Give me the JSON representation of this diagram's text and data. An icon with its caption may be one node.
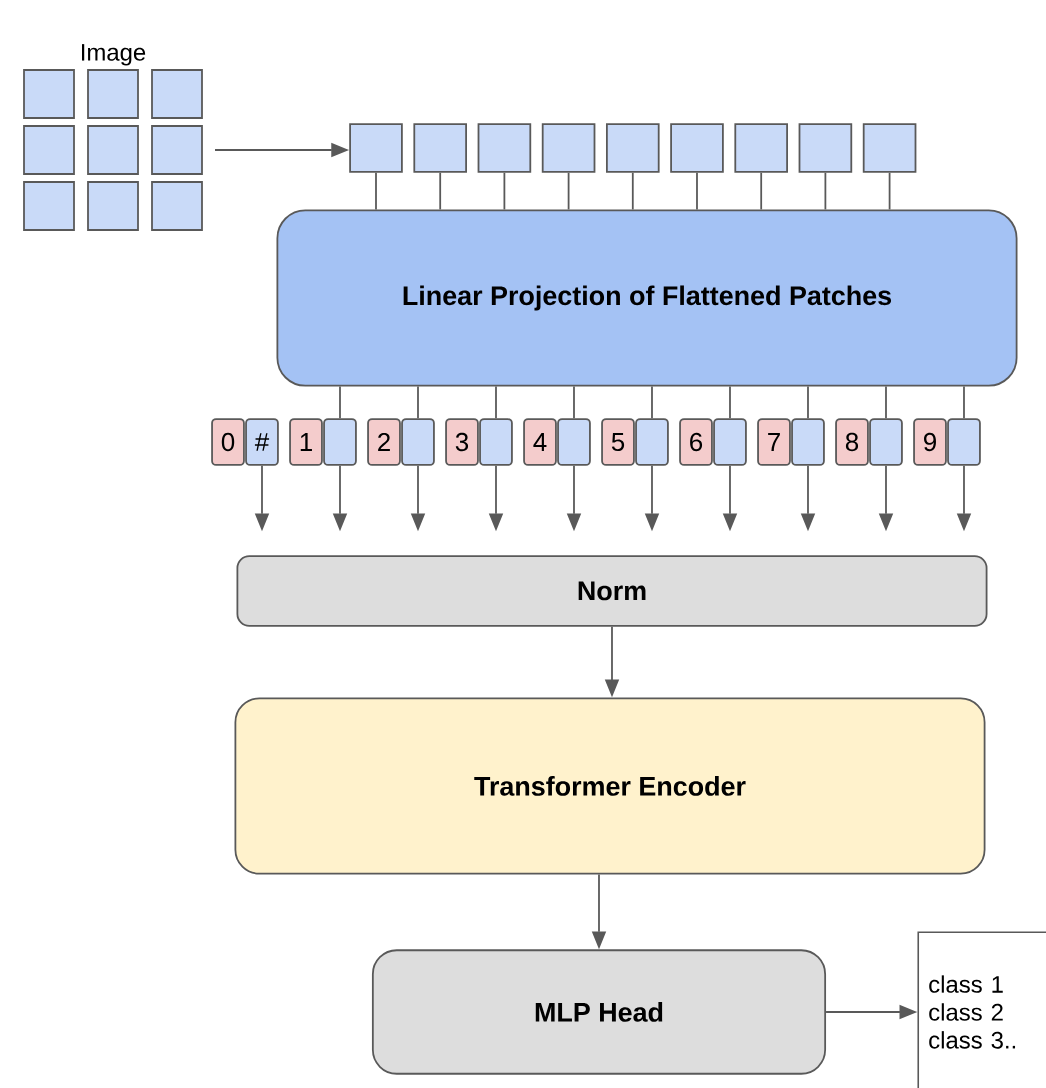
{
  "diagram": {
    "nodes": [
      {
        "text": [
          "Image"
        ]
      },
      {
        "text": [],
        "shape": "box"
      },
      {
        "text": [],
        "shape": "box"
      },
      {
        "text": [],
        "shape": "box"
      },
      {
        "text": [],
        "shape": "box"
      },
      {
        "text": [],
        "shape": "box"
      },
      {
        "text": [],
        "shape": "box"
      },
      {
        "text": [],
        "shape": "box"
      },
      {
        "text": [],
        "shape": "box"
      },
      {
        "text": [],
        "shape": "box"
      },
      {
        "text": [
          "Linear Projection of Flattened Patches"
        ]
      },
      {
        "text": [
          "0"
        ]
      },
      {
        "text": [
          "#"
        ]
      },
      {
        "text": [
          "1"
        ]
      },
      {
        "text": [],
        "shape": "box"
      },
      {
        "text": [
          "2"
        ]
      },
      {
        "text": [],
        "shape": "box"
      },
      {
        "text": [
          "3"
        ]
      },
      {
        "text": [],
        "shape": "box"
      },
      {
        "text": [
          "4"
        ]
      },
      {
        "text": [],
        "shape": "box"
      },
      {
        "text": [
          "5"
        ]
      },
      {
        "text": [],
        "shape": "box"
      },
      {
        "text": [
          "6"
        ]
      },
      {
        "text": [],
        "shape": "box"
      },
      {
        "text": [
          "7"
        ]
      },
      {
        "text": [],
        "shape": "box"
      },
      {
        "text": [
          "8"
        ]
      },
      {
        "text": [],
        "shape": "box"
      },
      {
        "text": [
          "9"
        ]
      },
      {
        "text": [],
        "shape": "box"
      },
      {
        "text": [
          "Norm"
        ]
      },
      {
        "text": [
          "Transformer Encoder"
        ]
      },
      {
        "text": [
          "MLP Head"
        ]
      },
      {
        "text": [
          "class 1",
          "class 2",
          "class 3.."
        ]
      }
    ],
    "edges": [
      {
        "from": 0,
        "to": 1,
        "arrow": "to"
      },
      {
        "from": 1,
        "to": 10,
        "arrow": "none"
      },
      {
        "from": 2,
        "to": 10,
        "arrow": "none"
      },
      {
        "from": 3,
        "to": 10,
        "arrow": "none"
      },
      {
        "from": 4,
        "to": 10,
        "arrow": "none"
      },
      {
        "from": 5,
        "to": 10,
        "arrow": "none"
      },
      {
        "from": 6,
        "to": 10,
        "arrow": "none"
      },
      {
        "from": 7,
        "to": 10,
        "arrow": "none"
      },
      {
        "from": 8,
        "to": 10,
        "arrow": "none"
      },
      {
        "from": 9,
        "to": 10,
        "arrow": "none"
      },
      {
        "from": 10,
        "to": 14,
        "arrow": "none"
      },
      {
        "from": 10,
        "to": 16,
        "arrow": "none"
      },
      {
        "from": 10,
        "to": 18,
        "arrow": "none"
      },
      {
        "from": 10,
        "to": 20,
        "arrow": "none"
      },
      {
        "from": 10,
        "to": 22,
        "arrow": "none"
      },
      {
        "from": 10,
        "to": 24,
        "arrow": "none"
      },
      {
        "from": 10,
        "to": 26,
        "arrow": "none"
      },
      {
        "from": 10,
        "to": 28,
        "arrow": "none"
      },
      {
        "from": 10,
        "to": 30,
        "arrow": "none"
      },
      {
        "from": 12,
        "to": 31,
        "arrow": "to"
      },
      {
        "from": 14,
        "to": 31,
        "arrow": "to"
      },
      {
        "from": 16,
        "to": 31,
        "arrow": "to"
      },
      {
        "from": 18,
        "to": 31,
        "arrow": "to"
      },
      {
        "from": 20,
        "to": 31,
        "arrow": "to"
      },
      {
        "from": 22,
        "to": 31,
        "arrow": "to"
      },
      {
        "from": 24,
        "to": 31,
        "arrow": "to"
      },
      {
        "from": 26,
        "to": 31,
        "arrow": "to"
      },
      {
        "from": 28,
        "to": 31,
        "arrow": "to"
      },
      {
        "from": 30,
        "to": 31,
        "arrow": "to"
      },
      {
        "from": 31,
        "to": 32,
        "arrow": "to"
      },
      {
        "from": 32,
        "to": 33,
        "arrow": "to"
      },
      {
        "from": 33,
        "to": 34,
        "arrow": "to"
      }
    ]
  }
}
